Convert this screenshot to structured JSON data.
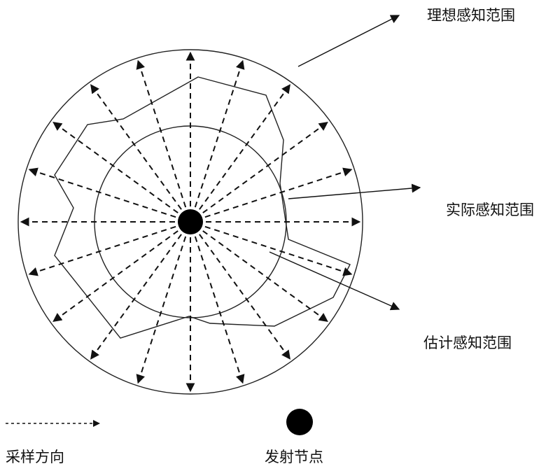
{
  "labels": {
    "ideal_range": "理想感知范围",
    "actual_range": "实际感知范围",
    "estimated_range": "估计感知范围",
    "sampling_direction": "采样方向",
    "emitting_node": "发射节点"
  },
  "colors": {
    "ink": "#111111",
    "background": "#ffffff"
  },
  "diagram": {
    "sampling_direction_count": 20
  }
}
